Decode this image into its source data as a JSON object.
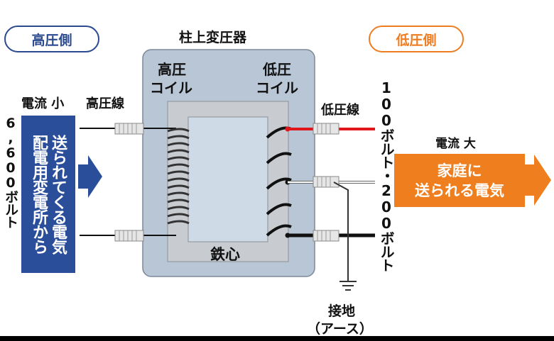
{
  "labels": {
    "high_side": "高圧側",
    "low_side": "低圧側",
    "transformer": "柱上変圧器",
    "high_coil_1": "高圧",
    "high_coil_2": "コイル",
    "low_coil_1": "低圧",
    "low_coil_2": "コイル",
    "current_small": "電流 小",
    "high_line": "高圧線",
    "low_line": "低圧線",
    "current_large": "電流 大",
    "voltage_high": "6,600ボルト",
    "voltage_low": "100ボルト・200ボルト",
    "incoming_1": "配電用変電所から",
    "incoming_2": "送られてくる電気",
    "to_home_1": "家庭に",
    "to_home_2": "送られる電気",
    "iron_core": "鉄心",
    "ground_1": "接地",
    "ground_2": "（アース）"
  },
  "colors": {
    "high_accent": "#2b4a8f",
    "low_accent": "#ee7d22",
    "incoming_box": "#2a4e9a",
    "home_box": "#ef7f1e",
    "transformer_body": "#b9c6d6",
    "core": "#c8ccd0",
    "inner_window": "#cfdae7",
    "hot_wire": "#e0161c"
  }
}
